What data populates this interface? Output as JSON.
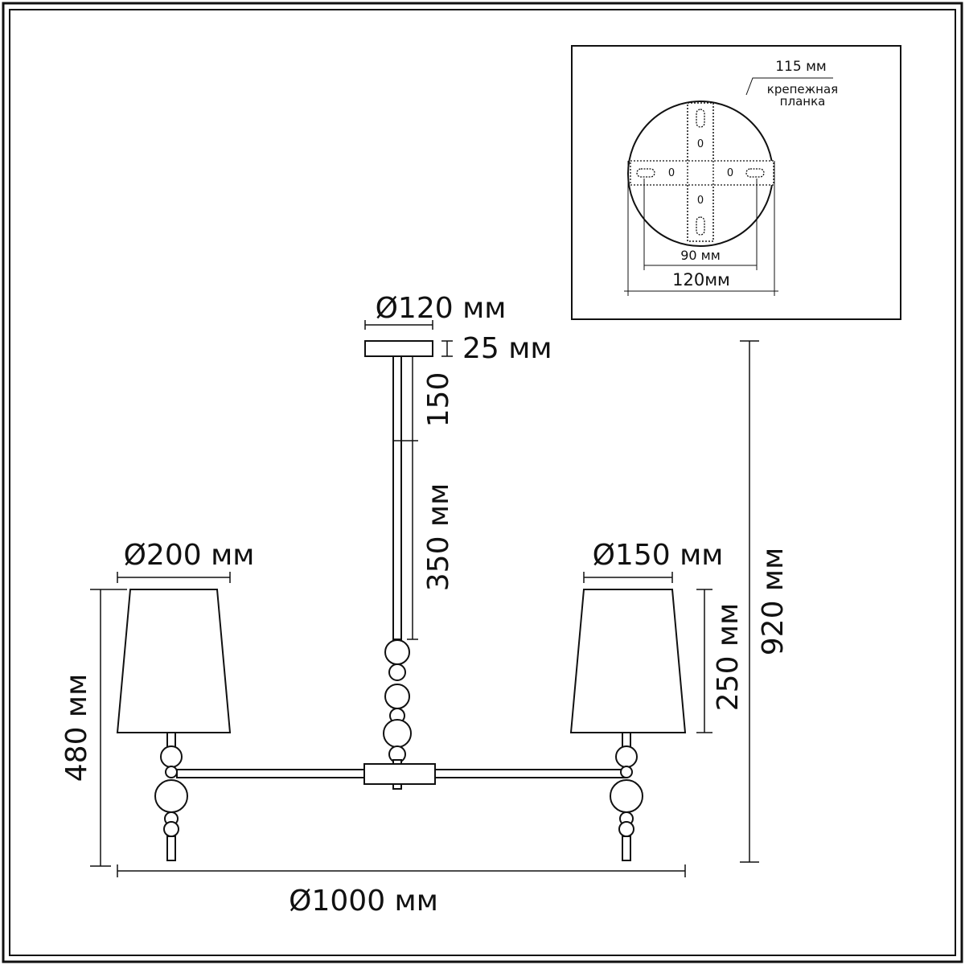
{
  "labels": {
    "mount_width": "115 мм",
    "mount_note_line1": "крепежная",
    "mount_note_line2": "планка",
    "mount_hole_left": "0",
    "mount_hole_right": "0",
    "mount_hole_top": "0",
    "mount_hole_bottom": "0",
    "hole_spacing": "90 мм",
    "canopy_inset_dia": "120мм",
    "canopy_dia": "Ø120 мм",
    "canopy_height": "25 мм",
    "rod_upper": "150",
    "rod_lower": "350 мм",
    "left_shade_dia": "Ø200 мм",
    "right_shade_dia": "Ø150 мм",
    "arm_height": "480 мм",
    "shade_height": "250 мм",
    "total_height": "920 мм",
    "total_width": "Ø1000 мм"
  },
  "colors": {
    "line": "#111111",
    "background": "#ffffff"
  }
}
